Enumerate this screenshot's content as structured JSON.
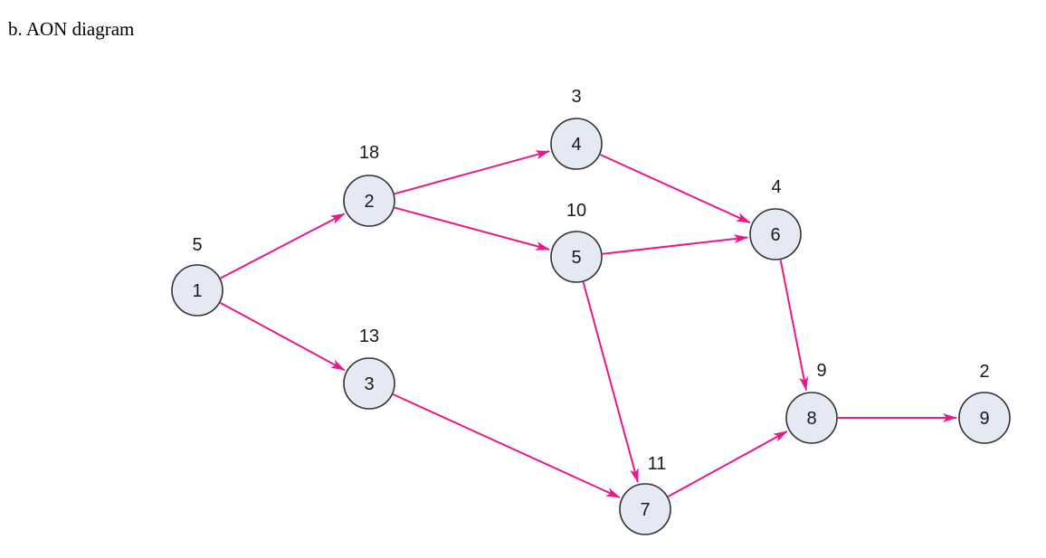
{
  "caption": "b. AON diagram",
  "colors": {
    "edge": "#e8198b",
    "node_fill": "#e4e9f3",
    "node_stroke": "#333333"
  },
  "nodes": [
    {
      "id": "1",
      "label": "1",
      "duration": "5"
    },
    {
      "id": "2",
      "label": "2",
      "duration": "18"
    },
    {
      "id": "3",
      "label": "3",
      "duration": "13"
    },
    {
      "id": "4",
      "label": "4",
      "duration": "3"
    },
    {
      "id": "5",
      "label": "5",
      "duration": "10"
    },
    {
      "id": "6",
      "label": "6",
      "duration": "4"
    },
    {
      "id": "7",
      "label": "7",
      "duration": "11"
    },
    {
      "id": "8",
      "label": "8",
      "duration": "9"
    },
    {
      "id": "9",
      "label": "9",
      "duration": "2"
    }
  ],
  "edges": [
    {
      "from": "1",
      "to": "2"
    },
    {
      "from": "1",
      "to": "3"
    },
    {
      "from": "2",
      "to": "4"
    },
    {
      "from": "2",
      "to": "5"
    },
    {
      "from": "3",
      "to": "7"
    },
    {
      "from": "4",
      "to": "6"
    },
    {
      "from": "5",
      "to": "6"
    },
    {
      "from": "5",
      "to": "7"
    },
    {
      "from": "6",
      "to": "8"
    },
    {
      "from": "7",
      "to": "8"
    },
    {
      "from": "8",
      "to": "9"
    }
  ]
}
